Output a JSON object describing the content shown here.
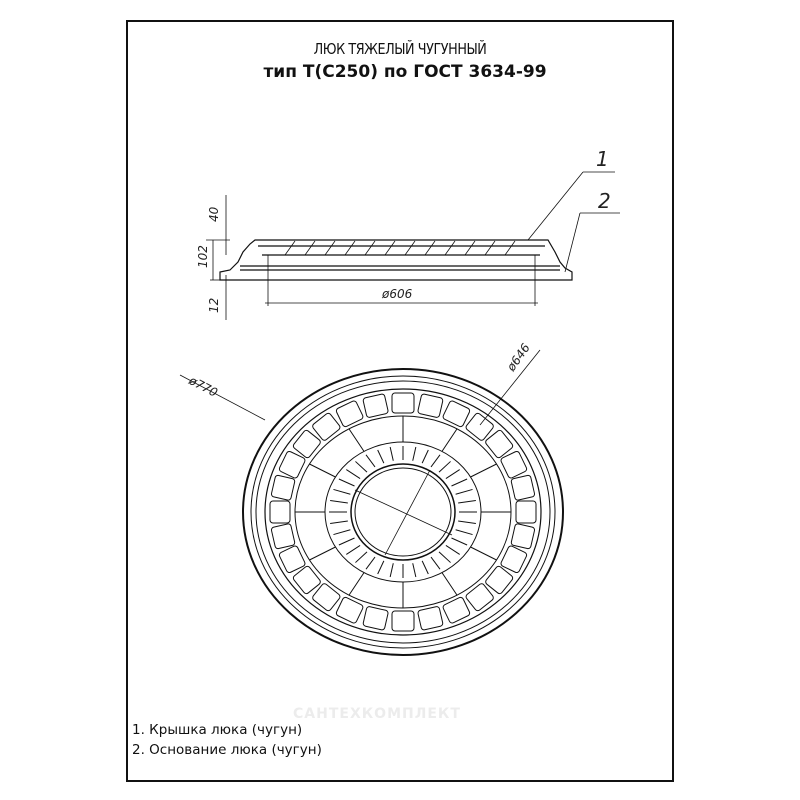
{
  "title": {
    "line1": "ЛЮК ТЯЖЕЛЫЙ ЧУГУННЫЙ",
    "line2": "тип Т(С250) по ГОСТ 3634-99"
  },
  "dimensions": {
    "height_top": "40",
    "height_total": "102",
    "height_bottom": "12",
    "diameter_inner": "ø606",
    "diameter_outer": "ø770",
    "diameter_cover": "ø646"
  },
  "callouts": [
    "1",
    "2"
  ],
  "legend": [
    "1. Крышка люка (чугун)",
    "2. Основание люка (чугун)"
  ],
  "watermark": "САНТЕХКОМПЛЕКТ",
  "colors": {
    "line": "#111111",
    "background": "#ffffff"
  }
}
